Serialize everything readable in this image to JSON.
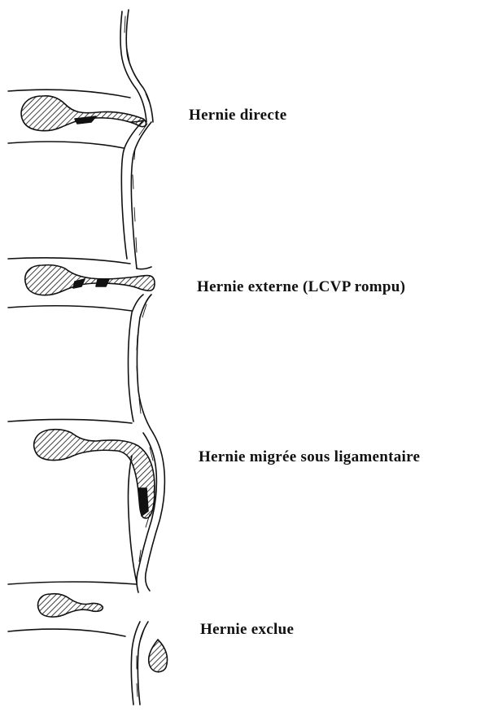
{
  "labels": {
    "direct": "Hernie directe",
    "external": "Hernie externe (LCVP rompu)",
    "migrated": "Hernie migrée sous ligamentaire",
    "excluded": "Hernie exclue"
  },
  "colors": {
    "ink": "#111111",
    "paper": "#ffffff"
  }
}
